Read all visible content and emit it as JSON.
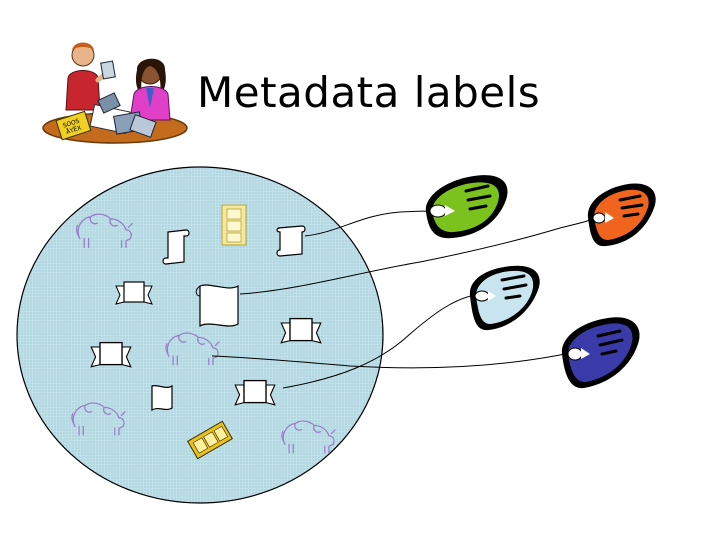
{
  "slide": {
    "title": "Metadata labels"
  },
  "tags": [
    {
      "name": "green-tag",
      "color": "#7cc21e"
    },
    {
      "name": "orange-tag",
      "color": "#f0641e"
    },
    {
      "name": "lightblue-tag",
      "color": "#c8e4ee"
    },
    {
      "name": "blue-tag",
      "color": "#3a3aa8"
    }
  ],
  "collection_color": "#b8dde6",
  "icons": [
    "people-clipart-icon",
    "bison-icon",
    "scroll-icon",
    "film-icon",
    "banner-icon",
    "ticket-icon"
  ]
}
